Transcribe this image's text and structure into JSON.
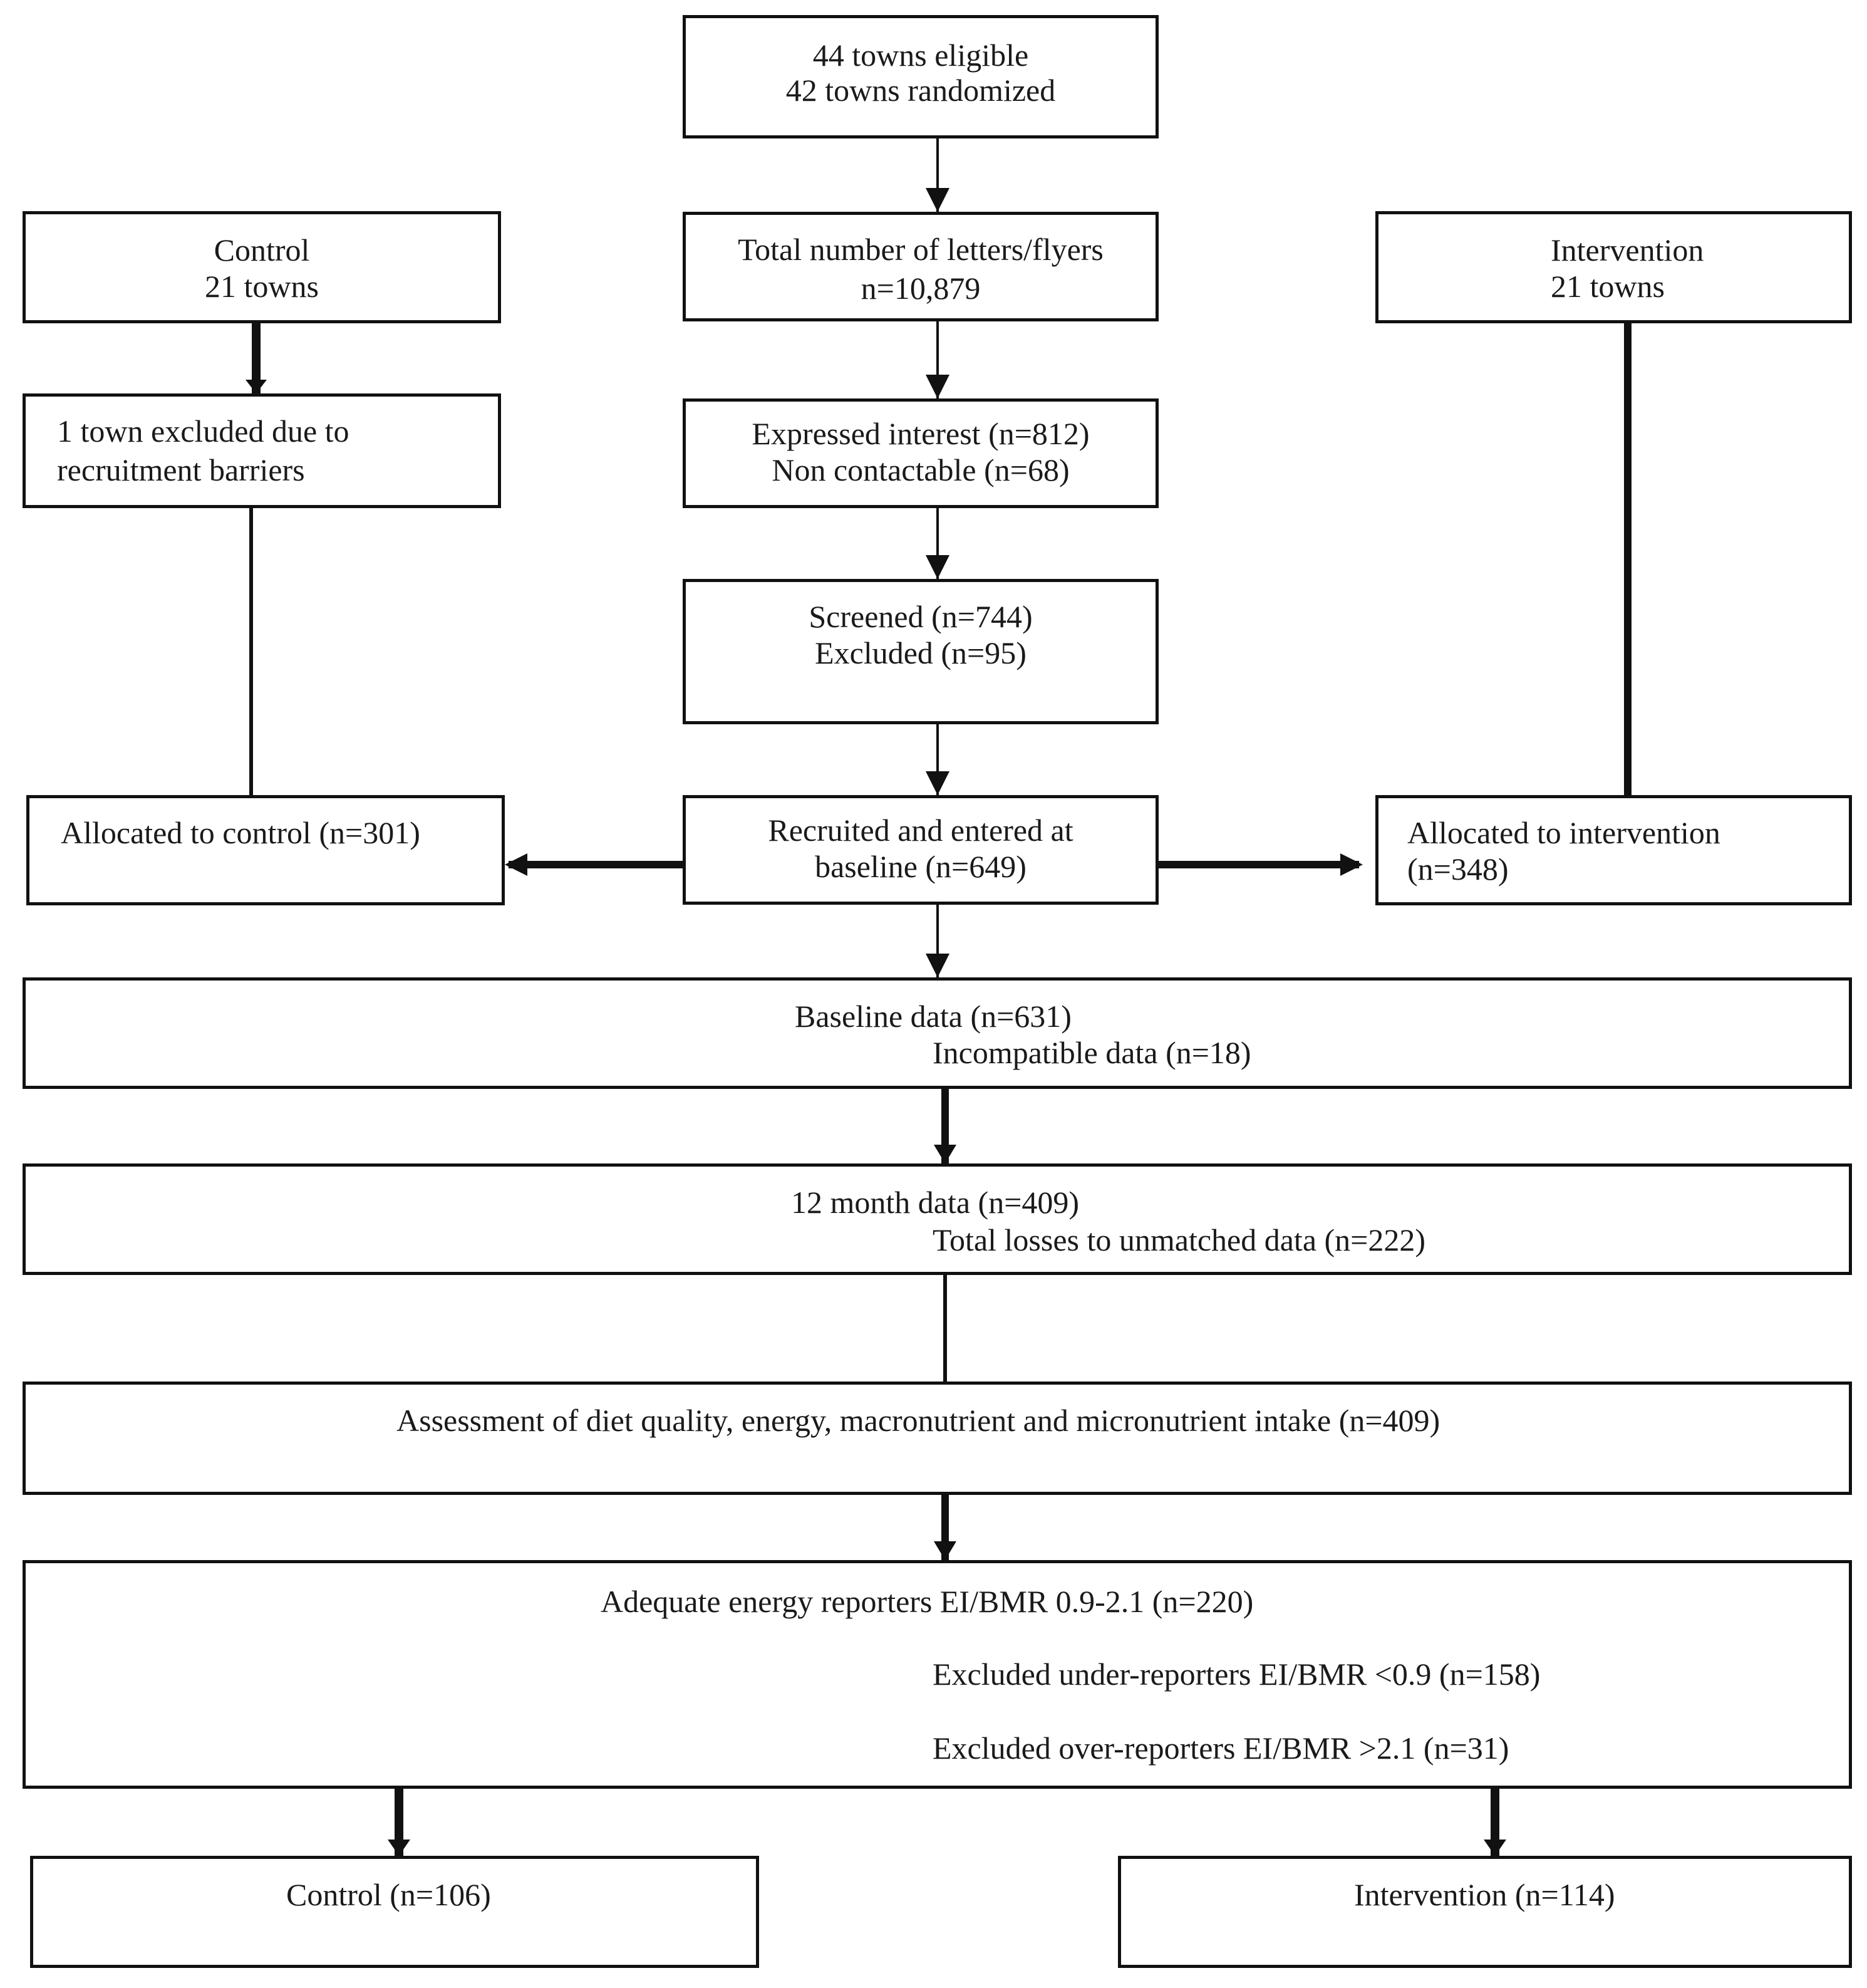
{
  "boxes": {
    "eligible": {
      "line1": "44 towns eligible",
      "line2": "42 towns randomized"
    },
    "letters": {
      "line1": "Total number of letters/flyers",
      "line2": "n=10,879"
    },
    "control_towns": {
      "line1": "Control",
      "line2": "21 towns"
    },
    "intervention_towns": {
      "line1": "Intervention",
      "line2": "21 towns"
    },
    "town_excluded": {
      "line1": "1 town excluded due to",
      "line2": "recruitment barriers"
    },
    "interest": {
      "line1": "Expressed interest (n=812)",
      "line2": "Non contactable (n=68)"
    },
    "screened": {
      "line1": "Screened (n=744)",
      "line2": "Excluded (n=95)"
    },
    "recruited": {
      "line1": "Recruited and entered at",
      "line2": "baseline (n=649)"
    },
    "allocated_control": {
      "line1": "Allocated to control (n=301)"
    },
    "allocated_intervention": {
      "line1": "Allocated to intervention",
      "line2": "(n=348)"
    },
    "baseline": {
      "line1": "Baseline data (n=631)",
      "line2": "Incompatible data (n=18)"
    },
    "month12": {
      "line1": "12 month data (n=409)",
      "line2": "Total losses to unmatched data (n=222)"
    },
    "assessment": {
      "line1": "Assessment of diet quality, energy, macronutrient and micronutrient intake (n=409)"
    },
    "adequate": {
      "line1": "Adequate energy reporters EI/BMR 0.9-2.1 (n=220)",
      "line2": "Excluded under-reporters EI/BMR <0.9 (n=158)",
      "line3": "Excluded over-reporters EI/BMR >2.1 (n=31)"
    },
    "final_control": {
      "line1": "Control (n=106)"
    },
    "final_intervention": {
      "line1": "Intervention (n=114)"
    }
  }
}
